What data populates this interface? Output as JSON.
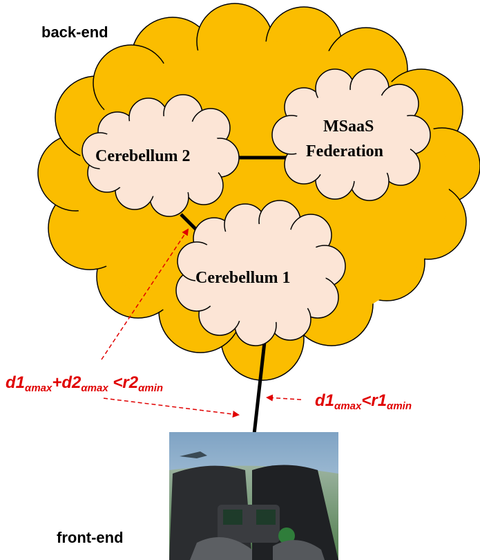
{
  "labels": {
    "back_end": "back-end",
    "front_end": "front-end"
  },
  "clouds": {
    "cerebellum2": "Cerebellum 2",
    "cerebellum1": "Cerebellum 1",
    "msaas_line1": "MSaaS",
    "msaas_line2": "Federation"
  },
  "equations": {
    "left": {
      "d1": "d1",
      "sub1": "αmax",
      "plus": "+d2",
      "sub2": "αmax",
      "lt": " <r2",
      "sub3": "αmin"
    },
    "right": {
      "d1": "d1",
      "sub1": "αmax",
      "lt": "<r1",
      "sub2": "αmin"
    }
  },
  "colors": {
    "big_cloud_fill": "#fbbd00",
    "small_cloud_fill": "#fce5d6",
    "arrow": "#e00000",
    "line": "#000000"
  },
  "image": {
    "subject": "fighter jet cockpit simulator view"
  }
}
